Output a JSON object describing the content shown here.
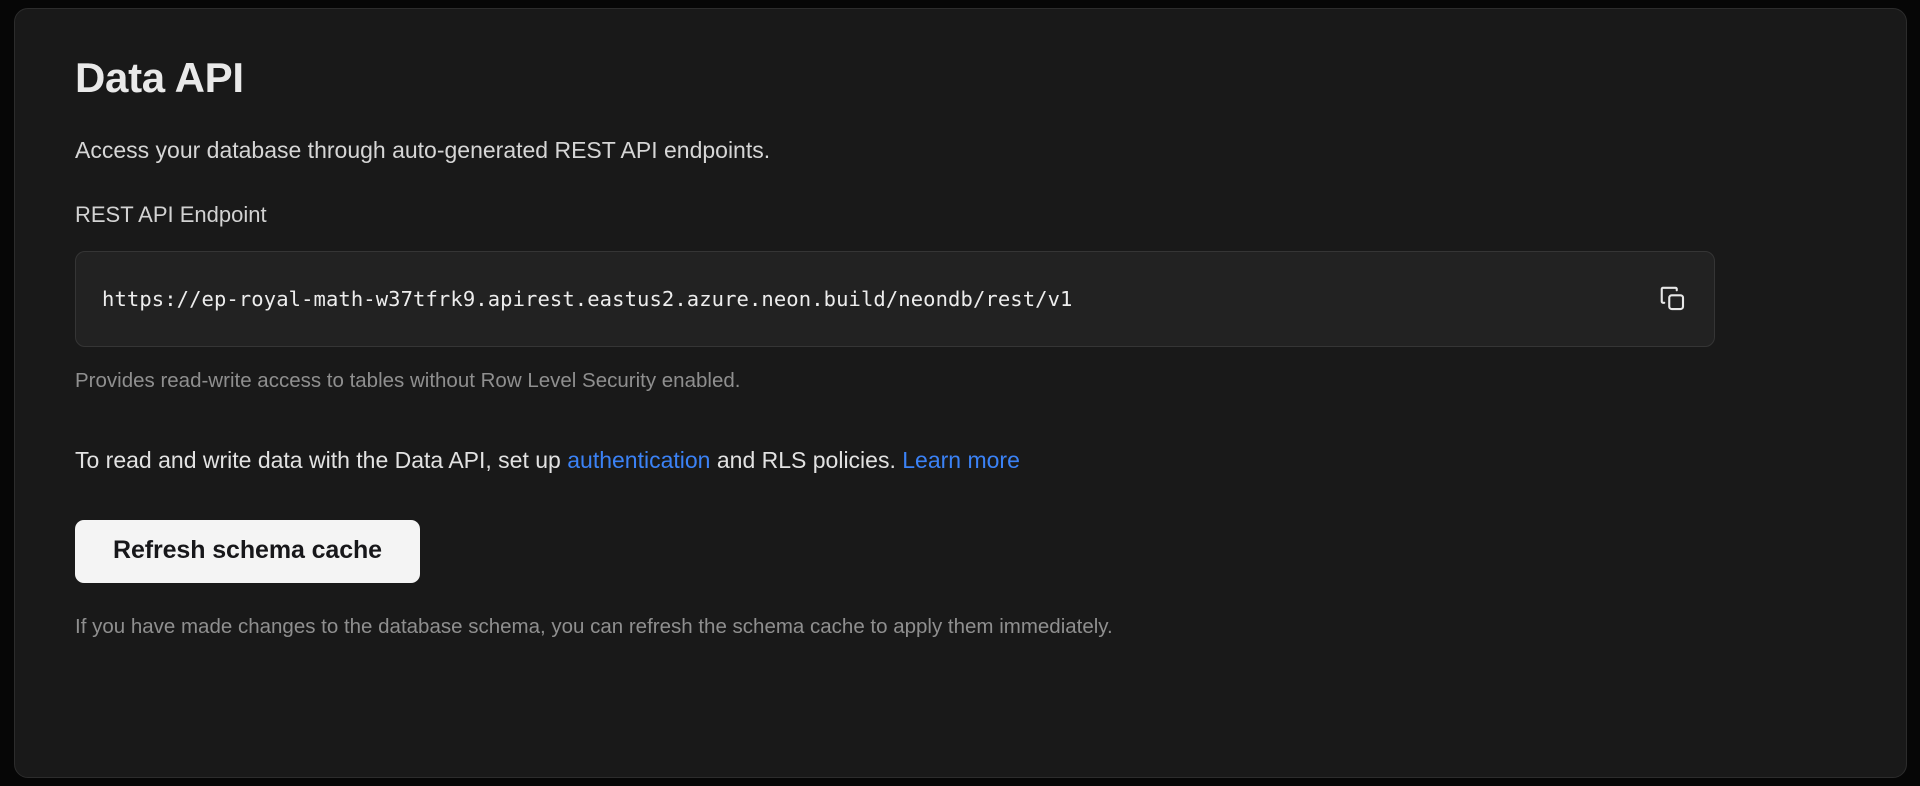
{
  "card": {
    "title": "Data API",
    "description": "Access your database through auto-generated REST API endpoints.",
    "endpoint_field": {
      "label": "REST API Endpoint",
      "value": "https://ep-royal-math-w37tfrk9.apirest.eastus2.azure.neon.build/neondb/rest/v1",
      "placeholder": "https://",
      "copy_icon": "copy-icon",
      "hint": "Provides read-write access to tables without Row Level Security enabled."
    },
    "info": {
      "text_before_link": "To read and write data with the Data API, set up ",
      "auth_link": "authentication",
      "text_between_links": " and RLS policies. ",
      "learn_more_link": "Learn more"
    },
    "refresh_button": "Refresh schema cache",
    "footer_note": "If you have made changes to the database schema, you can refresh the schema cache to apply them immediately."
  },
  "colors": {
    "page_background": "#060606",
    "card_background": "#191919",
    "card_border": "#2c2c2c",
    "input_background": "#222222",
    "input_border": "#353535",
    "link": "#3b82f6",
    "button_background": "#f4f4f4",
    "button_text": "#17171a",
    "muted_text": "#8f8f8f"
  }
}
